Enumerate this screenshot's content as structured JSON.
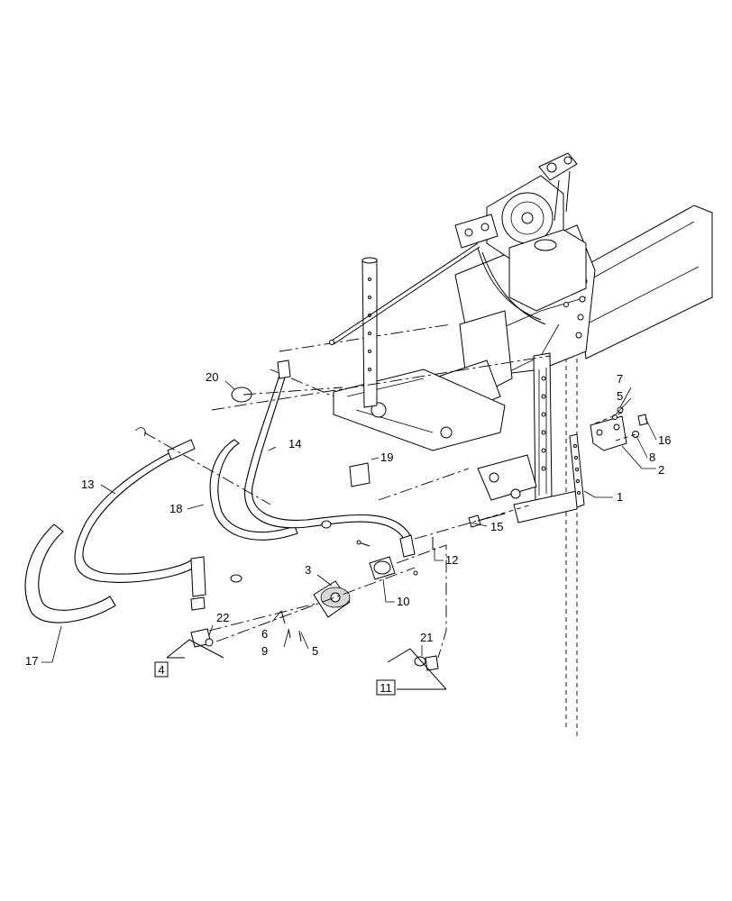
{
  "callouts": [
    {
      "id": "c1",
      "text": "1"
    },
    {
      "id": "c2",
      "text": "2"
    },
    {
      "id": "c3",
      "text": "3"
    },
    {
      "id": "c5a",
      "text": "5"
    },
    {
      "id": "c5b",
      "text": "5"
    },
    {
      "id": "c6",
      "text": "6"
    },
    {
      "id": "c7",
      "text": "7"
    },
    {
      "id": "c8",
      "text": "8"
    },
    {
      "id": "c9",
      "text": "9"
    },
    {
      "id": "c10",
      "text": "10"
    },
    {
      "id": "c12",
      "text": "12"
    },
    {
      "id": "c13",
      "text": "13"
    },
    {
      "id": "c14",
      "text": "14"
    },
    {
      "id": "c15",
      "text": "15"
    },
    {
      "id": "c16",
      "text": "16"
    },
    {
      "id": "c17",
      "text": "17"
    },
    {
      "id": "c18",
      "text": "18"
    },
    {
      "id": "c19",
      "text": "19"
    },
    {
      "id": "c20",
      "text": "20"
    },
    {
      "id": "c21",
      "text": "21"
    },
    {
      "id": "c22",
      "text": "22"
    }
  ],
  "reference_boxes": [
    {
      "id": "r4",
      "text": "4"
    },
    {
      "id": "r11",
      "text": "11"
    }
  ]
}
